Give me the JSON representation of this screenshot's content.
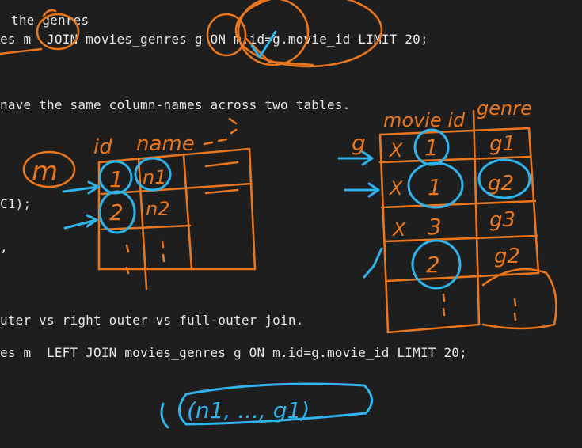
{
  "editor": {
    "lines": [
      "the genres",
      "es m  JOIN movies_genres g ON m.id=g.movie_id LIMIT 20;",
      "nave the same column-names across two tables.",
      "C1);",
      ",",
      "uter vs right outer vs full-outer join.",
      "es m  LEFT JOIN movies_genres g ON m.id=g.movie_id LIMIT 20;"
    ]
  },
  "annotations": {
    "colors": {
      "orange": "#e8761e",
      "blue": "#2fb3ea",
      "background": "#1e1e1e"
    },
    "left_table": {
      "alias": "m",
      "headers": [
        "id",
        "name"
      ],
      "rows": [
        [
          "1",
          "n1"
        ],
        [
          "2",
          "n2"
        ]
      ]
    },
    "right_table": {
      "alias": "g",
      "headers": [
        "movie id",
        "genre"
      ],
      "rows": [
        [
          "1",
          "g1"
        ],
        [
          "1",
          "g2"
        ],
        [
          "3",
          "g3"
        ],
        [
          "2",
          "g2"
        ]
      ],
      "row_marks": [
        "X",
        "X",
        "X",
        ""
      ]
    },
    "result_tuple": "(n1, ..., g1)"
  }
}
